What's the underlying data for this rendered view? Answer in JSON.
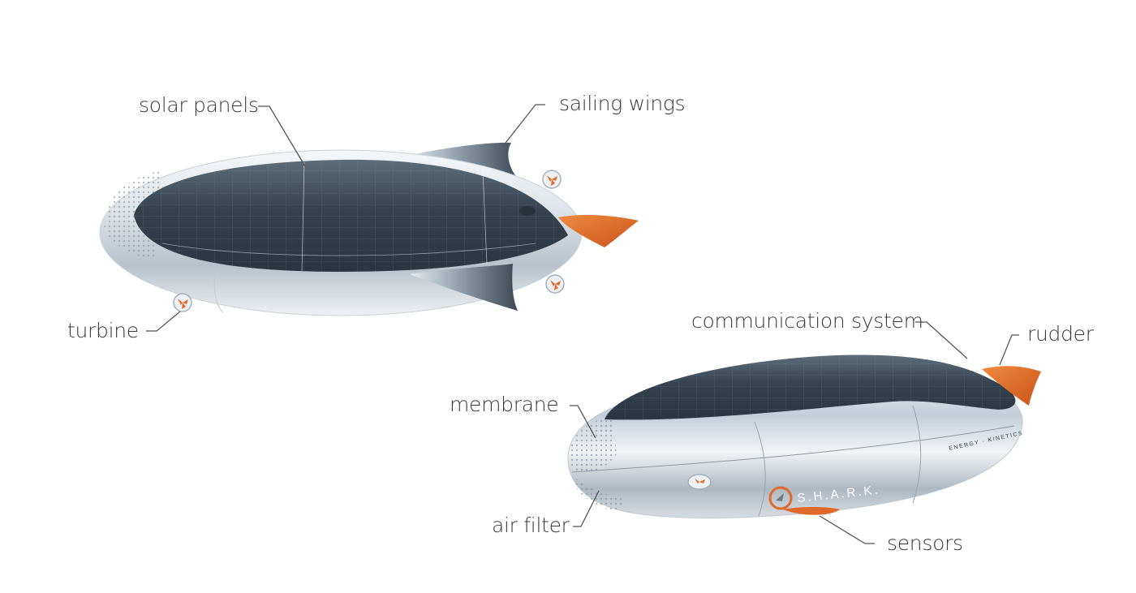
{
  "labels": {
    "solar_panels": "solar panels",
    "sailing_wings": "sailing wings",
    "turbine": "turbine",
    "communication_system": "communication system",
    "rudder": "rudder",
    "membrane": "membrane",
    "air_filter": "air filter",
    "sensors": "sensors"
  },
  "branding": {
    "hull_logo_text": "S.H.A.R.K.",
    "hull_small_text": "ENERGY · KINETICS"
  },
  "colors": {
    "solar_panel": "#3b4a57",
    "hull_silver": "#d9dfe4",
    "accent_orange": "#e0692a",
    "label_text": "#3a3a3a",
    "leader_line": "#555555"
  },
  "icons": {
    "turbine": "propeller-icon",
    "logo": "shark-logo-icon"
  }
}
